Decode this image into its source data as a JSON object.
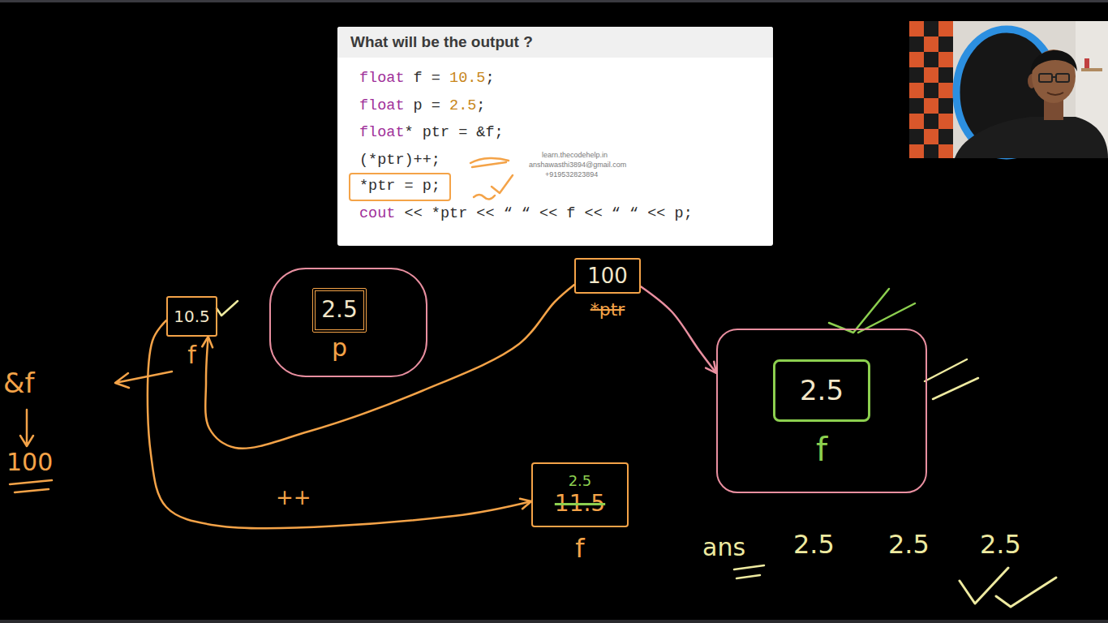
{
  "diagram": {
    "nodes": [
      {
        "text": [
          "What will be the output ?",
          "float f = 10.5;",
          "float p = 2.5;",
          "float* ptr = &f;",
          "(*ptr)++;",
          "cout << *ptr << “ “ << f << “ “ << p;"
        ]
      },
      {
        "text": [
          "*ptr = p;"
        ],
        "in": 0
      },
      {
        "text": [
          "10.5",
          "f"
        ]
      },
      {
        "text": [
          "p"
        ]
      },
      {
        "text": [
          "2.5"
        ],
        "in": 3
      },
      {
        "text": [
          "100",
          "*ptr"
        ]
      },
      {
        "text": [
          "f"
        ]
      },
      {
        "text": [
          "2.5"
        ],
        "in": 6
      },
      {
        "text": [
          "2.5",
          "11.5",
          "f"
        ]
      }
    ],
    "edges": [
      {
        "from": 2,
        "to": 8,
        "arrow": "to",
        "label": "++"
      },
      {
        "from": 5,
        "to": 2,
        "arrow": "to"
      },
      {
        "from": 5,
        "to": 6,
        "arrow": "to"
      }
    ],
    "labels": [
      "learn.thecodehelp.in",
      "anshawasthi3894@gmail.com",
      "+919532823894",
      "&f",
      "100",
      "ans",
      "2.5",
      "2.5",
      "2.5"
    ]
  }
}
